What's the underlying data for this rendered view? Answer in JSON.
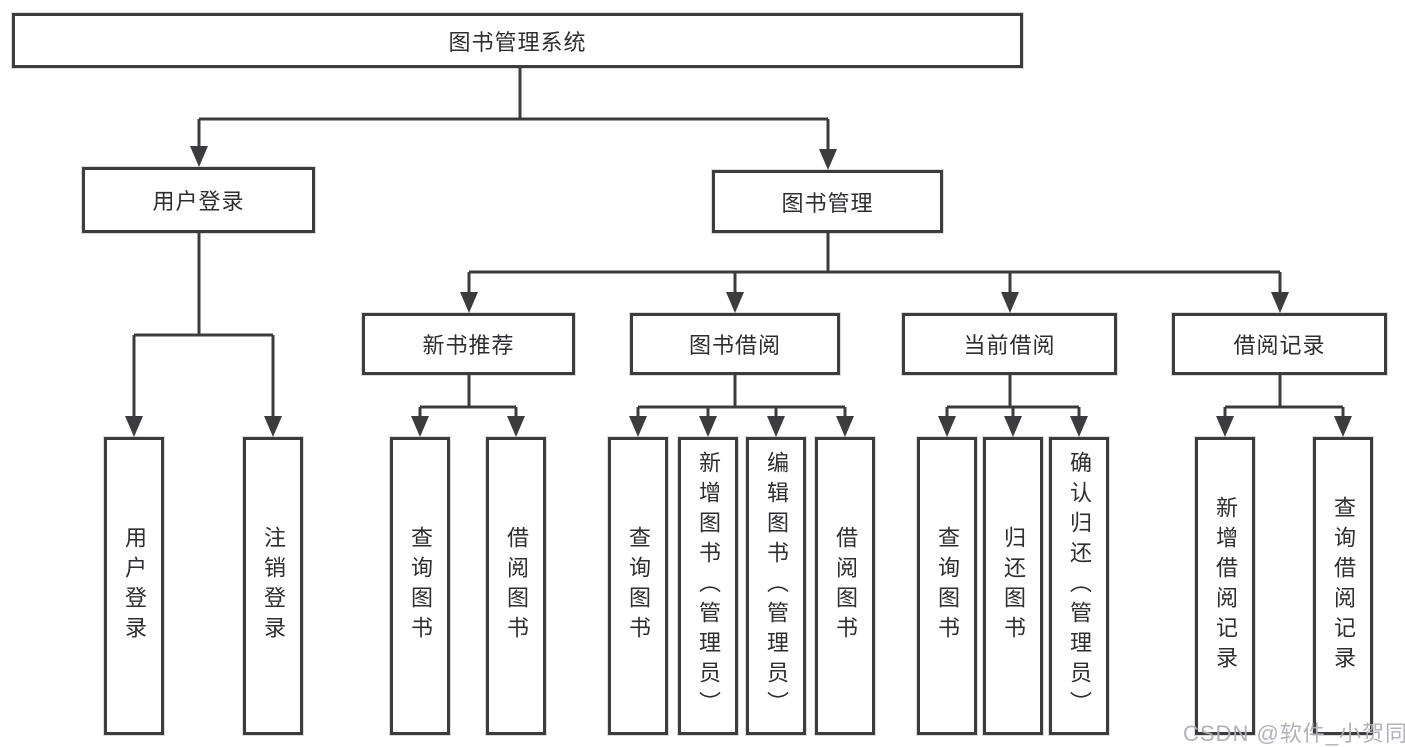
{
  "root": {
    "label": "图书管理系统"
  },
  "level2": {
    "user_login": {
      "label": "用户登录"
    },
    "book_management": {
      "label": "图书管理"
    }
  },
  "level3": {
    "new_book_recommend": {
      "label": "新书推荐"
    },
    "book_borrowing": {
      "label": "图书借阅"
    },
    "current_borrowing": {
      "label": "当前借阅"
    },
    "borrowing_records": {
      "label": "借阅记录"
    }
  },
  "leaves": {
    "user_login": {
      "login": "用户登录",
      "logout": "注销登录"
    },
    "new_book_recommend": {
      "query": "查询图书",
      "borrow": "借阅图书"
    },
    "book_borrowing": {
      "query": "查询图书",
      "add": "新增图书（管理员）",
      "edit": "编辑图书（管理员）",
      "borrow": "借阅图书"
    },
    "current_borrowing": {
      "query": "查询图书",
      "return": "归还图书",
      "confirm": "确认归还（管理员）"
    },
    "borrowing_records": {
      "add": "新增借阅记录",
      "query": "查询借阅记录"
    }
  },
  "watermark": "CSDN @软件_小贺同学",
  "colors": {
    "line": "#3c3c3e",
    "text": "#2e2e31",
    "watermark": "#aeaeb6",
    "background": "#ffffff"
  }
}
